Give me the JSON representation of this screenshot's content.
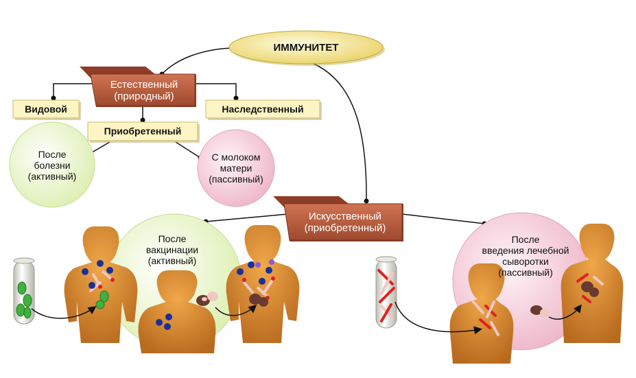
{
  "root": {
    "label": "ИММУНИТЕТ"
  },
  "natural": {
    "line1": "Естественный",
    "line2": "(природный)",
    "species": "Видовой",
    "hereditary": "Наследственный",
    "acquired": "Приобретенный",
    "after_illness": {
      "line1": "После",
      "line2": "болезни",
      "line3": "(активный)"
    },
    "with_milk": {
      "line1": "С молоком",
      "line2": "матери",
      "line3": "(пассивный)"
    }
  },
  "artificial": {
    "line1": "Искусственный",
    "line2": "(приобретенный)",
    "after_vaccination": {
      "line1": "После",
      "line2": "вакцинации",
      "line3": "(активный)"
    },
    "after_serum": {
      "line1": "После",
      "line2": "введения лечебной",
      "line3": "сыворотки",
      "line4": "(пассивный)"
    }
  },
  "colors": {
    "folder": "#b85a3a",
    "folder_dark": "#8e3e26",
    "box_fill": "#fdf5c4",
    "box_border": "#c9b96a",
    "oval_fill": "#f3e48a",
    "green_circle": "#eaf5c8",
    "pink_circle": "#f3cbd9",
    "body_skin": "#d9882e",
    "antibody": "#f0c8c0",
    "antigen_blue": "#1a2f9a",
    "antigen_red": "#e02020",
    "bacteria_green": "#40b040",
    "virus_brown": "#6a3a30"
  }
}
